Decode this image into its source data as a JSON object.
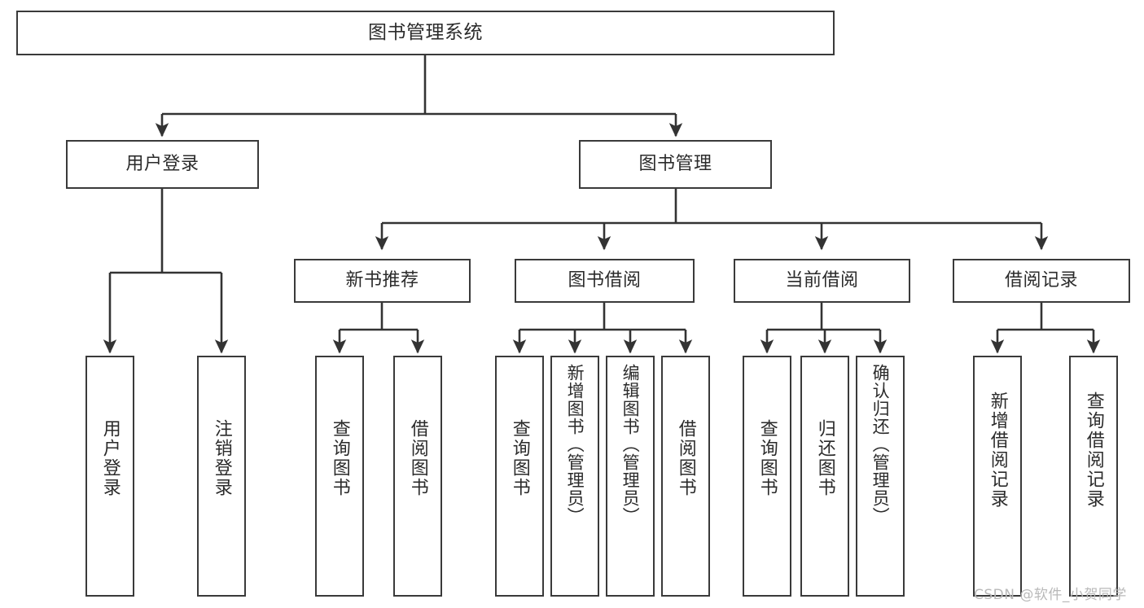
{
  "diagram": {
    "title": "图书管理系统",
    "type": "tree-hierarchy",
    "watermark": "CSDN @软件_小贺同学",
    "colors": {
      "box_border": "#3a3a3a",
      "box_fill": "#ffffff",
      "connector": "#333333",
      "text": "#2b2b2b",
      "watermark": "#b9b9b9",
      "background": "#ffffff"
    },
    "nodes": {
      "root": {
        "label": "图书管理系统",
        "level": 1
      },
      "login": {
        "label": "用户登录",
        "level": 2
      },
      "book_mgmt": {
        "label": "图书管理",
        "level": 2
      },
      "new_book_rec": {
        "label": "新书推荐",
        "level": 3
      },
      "book_borrow": {
        "label": "图书借阅",
        "level": 3
      },
      "current_borrow": {
        "label": "当前借阅",
        "level": 3
      },
      "borrow_record": {
        "label": "借阅记录",
        "level": 3
      },
      "leaf_user_login": {
        "label": "用户登录",
        "level": 4
      },
      "leaf_logout": {
        "label": "注销登录",
        "level": 4
      },
      "leaf_query_book_a": {
        "label": "查询图书",
        "level": 4
      },
      "leaf_borrow_book_a": {
        "label": "借阅图书",
        "level": 4
      },
      "leaf_query_book_b": {
        "label": "查询图书",
        "level": 4
      },
      "leaf_add_book": {
        "label": "新增图书（管理员）",
        "level": 4
      },
      "leaf_edit_book": {
        "label": "编辑图书（管理员）",
        "level": 4
      },
      "leaf_borrow_book_b": {
        "label": "借阅图书",
        "level": 4
      },
      "leaf_query_book_c": {
        "label": "查询图书",
        "level": 4
      },
      "leaf_return_book": {
        "label": "归还图书",
        "level": 4
      },
      "leaf_confirm_return": {
        "label": "确认归还（管理员）",
        "level": 4
      },
      "leaf_add_record": {
        "label": "新增借阅记录",
        "level": 4
      },
      "leaf_query_record": {
        "label": "查询借阅记录",
        "level": 4
      }
    },
    "edges": [
      {
        "from": "root",
        "to": "login"
      },
      {
        "from": "root",
        "to": "book_mgmt"
      },
      {
        "from": "login",
        "to": "leaf_user_login"
      },
      {
        "from": "login",
        "to": "leaf_logout"
      },
      {
        "from": "book_mgmt",
        "to": "new_book_rec"
      },
      {
        "from": "book_mgmt",
        "to": "book_borrow"
      },
      {
        "from": "book_mgmt",
        "to": "current_borrow"
      },
      {
        "from": "book_mgmt",
        "to": "borrow_record"
      },
      {
        "from": "new_book_rec",
        "to": "leaf_query_book_a"
      },
      {
        "from": "new_book_rec",
        "to": "leaf_borrow_book_a"
      },
      {
        "from": "book_borrow",
        "to": "leaf_query_book_b"
      },
      {
        "from": "book_borrow",
        "to": "leaf_add_book"
      },
      {
        "from": "book_borrow",
        "to": "leaf_edit_book"
      },
      {
        "from": "book_borrow",
        "to": "leaf_borrow_book_b"
      },
      {
        "from": "current_borrow",
        "to": "leaf_query_book_c"
      },
      {
        "from": "current_borrow",
        "to": "leaf_return_book"
      },
      {
        "from": "current_borrow",
        "to": "leaf_confirm_return"
      },
      {
        "from": "borrow_record",
        "to": "leaf_add_record"
      },
      {
        "from": "borrow_record",
        "to": "leaf_query_record"
      }
    ]
  }
}
